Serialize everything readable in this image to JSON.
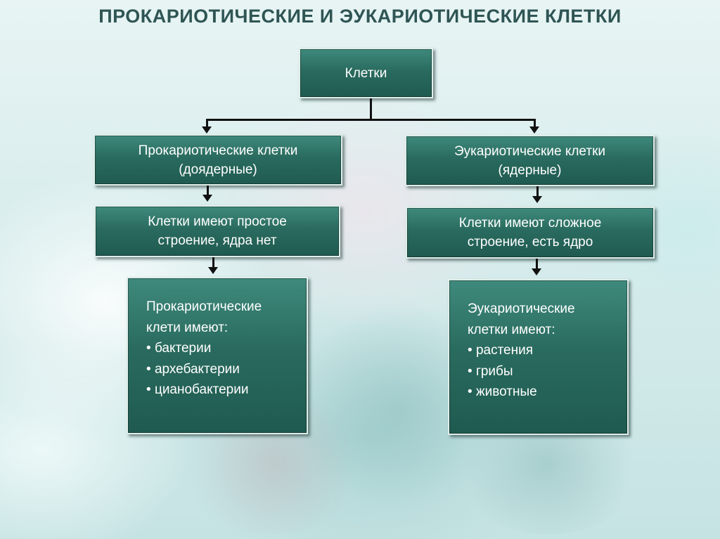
{
  "title": "ПРОКАРИОТИЧЕСКИЕ И ЭУКАРИОТИЧЕСКИЕ КЛЕТКИ",
  "root": {
    "label": "Клетки"
  },
  "branches": [
    {
      "type_line1": "Прокариотические клетки",
      "type_line2": "(доядерные)",
      "structure_line1": "Клетки имеют простое",
      "structure_line2": "строение, ядра нет",
      "list_title_line1": "Прокариотические",
      "list_title_line2": "клети имеют:",
      "items": [
        "бактерии",
        "архебактерии",
        "цианобактерии"
      ]
    },
    {
      "type_line1": "Эукариотические клетки",
      "type_line2": "(ядерные)",
      "structure_line1": "Клетки имеют сложное",
      "structure_line2": "строение, есть ядро",
      "list_title_line1": "Эукариотические",
      "list_title_line2": "клетки имеют:",
      "items": [
        "растения",
        "грибы",
        "животные"
      ]
    }
  ],
  "colors": {
    "box_fill": "#2a6b5f",
    "box_border": "#dfeee9",
    "title": "#2e5554",
    "connector": "#111111"
  }
}
